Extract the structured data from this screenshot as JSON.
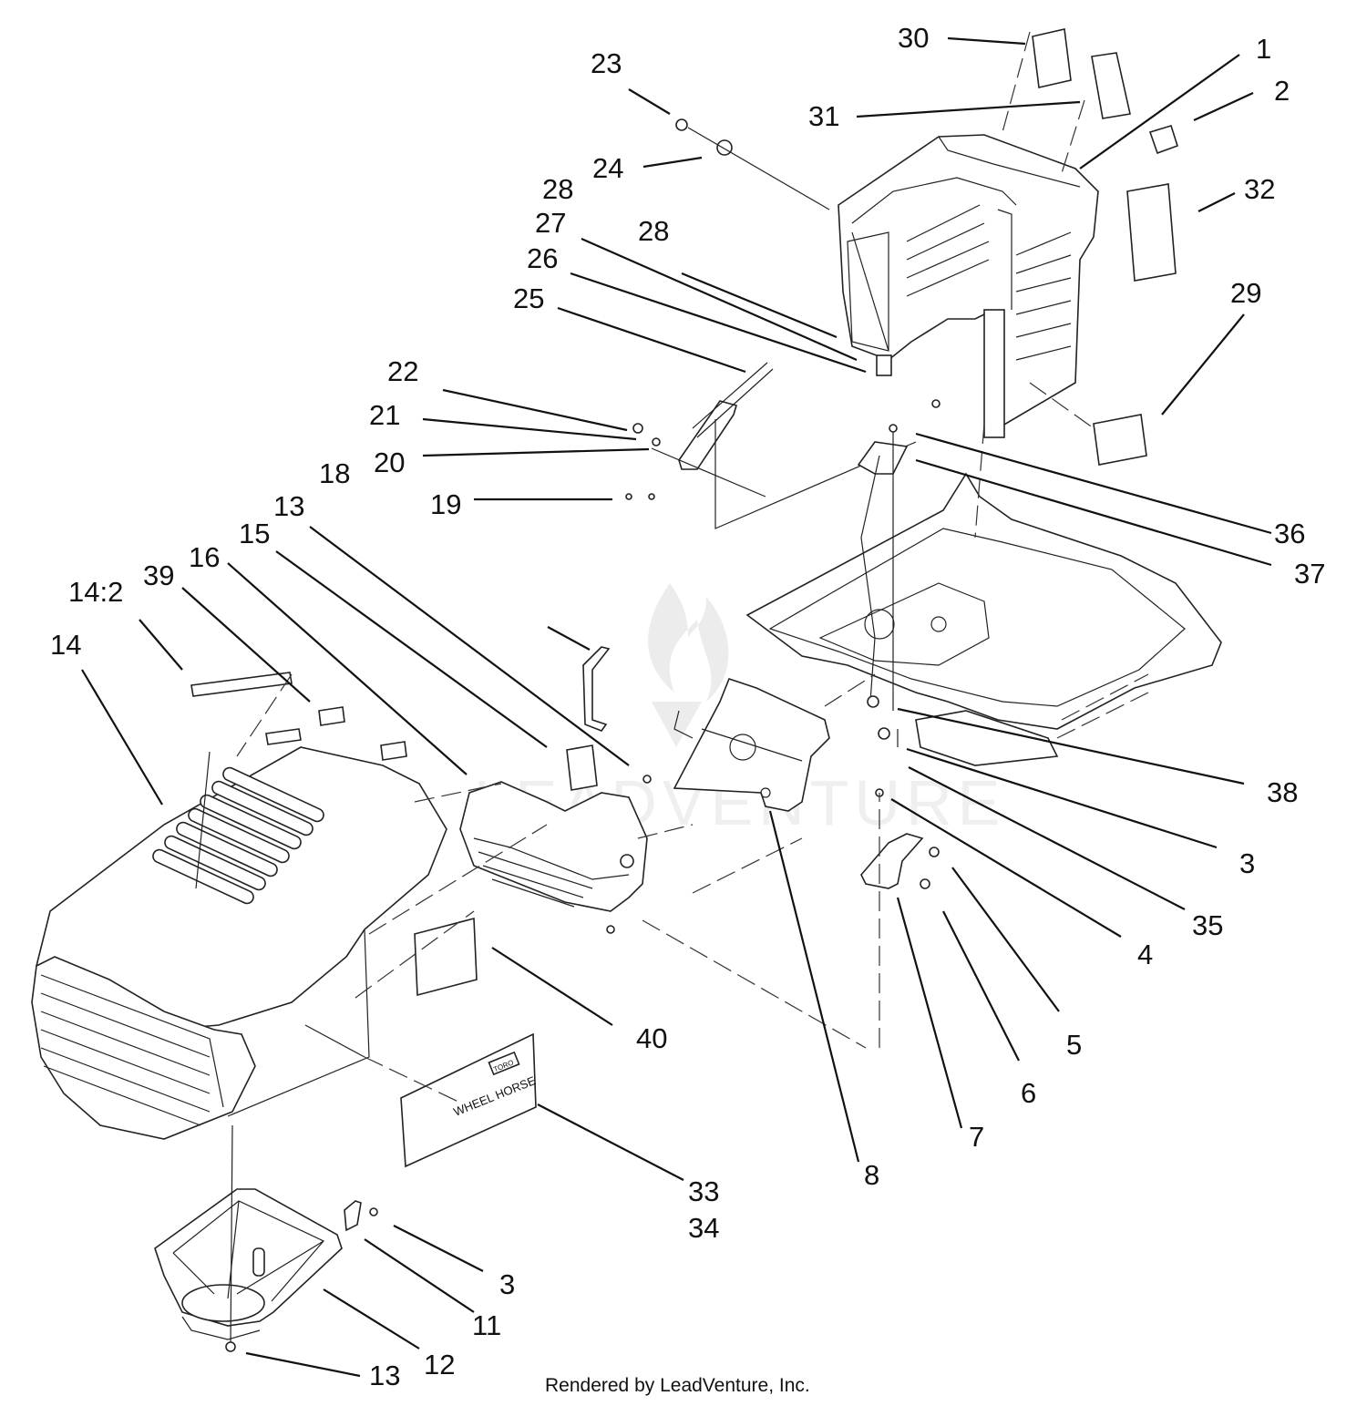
{
  "callouts": [
    "1",
    "2",
    "3",
    "3",
    "4",
    "5",
    "6",
    "7",
    "8",
    "11",
    "12",
    "13",
    "13",
    "14",
    "14:2",
    "15",
    "16",
    "18",
    "19",
    "20",
    "21",
    "22",
    "23",
    "24",
    "25",
    "26",
    "27",
    "28",
    "28",
    "29",
    "30",
    "31",
    "32",
    "33",
    "34",
    "35",
    "36",
    "37",
    "38",
    "39",
    "40"
  ],
  "footer": "Rendered by LeadVenture, Inc.",
  "watermark": "LEADVENTURE",
  "decal_text": {
    "wheel_horse": "WHEEL HORSE",
    "badge": "TORO"
  }
}
